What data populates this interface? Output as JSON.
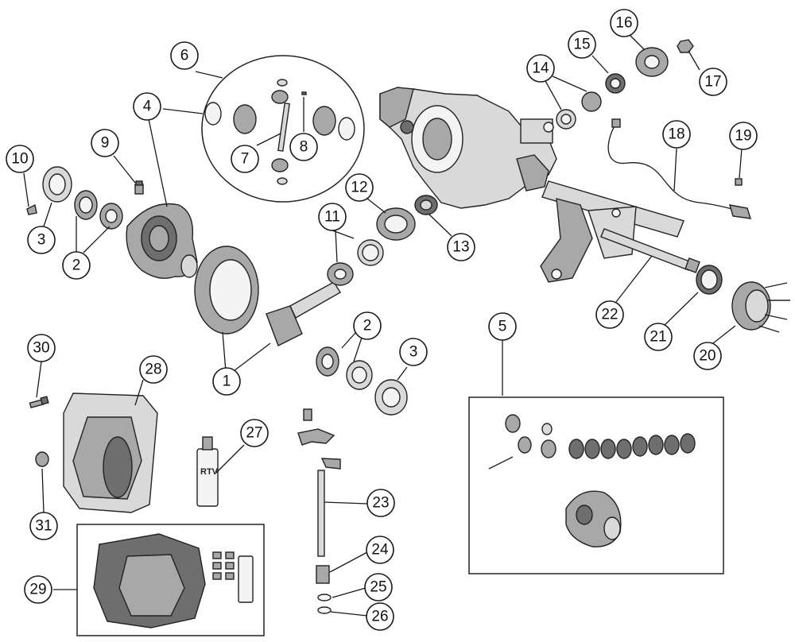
{
  "callouts": [
    "1",
    "2",
    "2",
    "3",
    "3",
    "4",
    "5",
    "6",
    "7",
    "8",
    "9",
    "10",
    "11",
    "12",
    "13",
    "14",
    "15",
    "16",
    "17",
    "18",
    "19",
    "20",
    "21",
    "22",
    "23",
    "24",
    "25",
    "26",
    "27",
    "28",
    "29",
    "30",
    "31"
  ],
  "rtv_tube_label": "RTV"
}
